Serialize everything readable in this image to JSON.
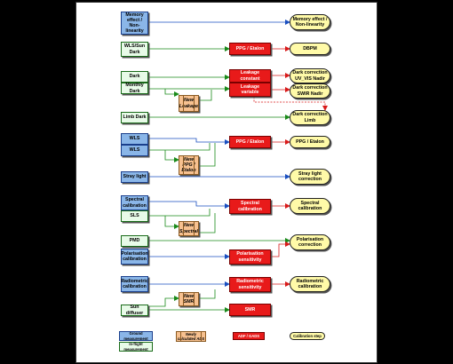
{
  "inputs": {
    "memory": "Memory\neffect / Non-\nlinearity",
    "wls_sun_dark": "WLS/Sun\nDark",
    "dark": "Dark",
    "monthly_dark": "Monthly Dark",
    "limb_dark": "Limb Dark",
    "wls1": "WLS",
    "wls2": "WLS",
    "stray_light": "Stray light",
    "spectral_calibration": "Spectral\ncalibration",
    "sls": "SLS",
    "pmd": "PMD",
    "polarisation_calibration": "Polarisation\ncalibration",
    "radiometric_calibration": "Radiometric\ncalibration",
    "sun_diffuser": "Sun diffuser"
  },
  "adf": {
    "ppg_etalon_1": "PPG / Etalon",
    "leakage_constant": "Leakage\nconstant",
    "leakage_variable": "Leakage\nvariable",
    "ppg_etalon_2": "PPG / Etalon",
    "spectral_calibration": "Spectral\ncalibration",
    "polarisation_sensitivity": "Polarisation\nsensitivity",
    "radiometric_sensitivity": "Radiometric\nsensitivity",
    "smr": "SMR"
  },
  "new_ads": {
    "new_leakage": "New\nLeakage",
    "new_ppg_etalon": "New\nPPG /\nEtalon",
    "new_spectral": "New\nSpectral",
    "new_smr": "New\nSMR"
  },
  "steps": {
    "memory": "Memory effect /\nNon-linearity",
    "dbpm": "DBPM",
    "dark_uv_vis": "Dark correction\nUV_VIS Nadir",
    "dark_swir": "Dark correction\nSWIR Nadir",
    "dark_limb": "Dark correction\nLimb",
    "ppg_etalon": "PPG / Etalon",
    "stray_light": "Stray light\ncorrection",
    "spectral": "Spectral\ncalibration",
    "polarisation": "Polarisation\ncorrection",
    "radiometric": "Radiometric\ncalibration"
  },
  "legend": {
    "ground": "Ground\nmeasurement",
    "inflight": "In-flight\nmeasurement",
    "new_ads": "Newly\ncalculated ADS",
    "adf": "ADF / GADS",
    "step": "Calibration step"
  },
  "colors": {
    "ground_fill": "#8ab6e8",
    "inflight_fill": "#e8fbe8",
    "adf_fill": "#e81a1a",
    "new_ads_fill": "#f7c190",
    "step_fill": "#fffaa8",
    "blue_arrow": "#1a4fc0",
    "green_arrow": "#1a8a1a",
    "red_arrow": "#d81a1a"
  }
}
